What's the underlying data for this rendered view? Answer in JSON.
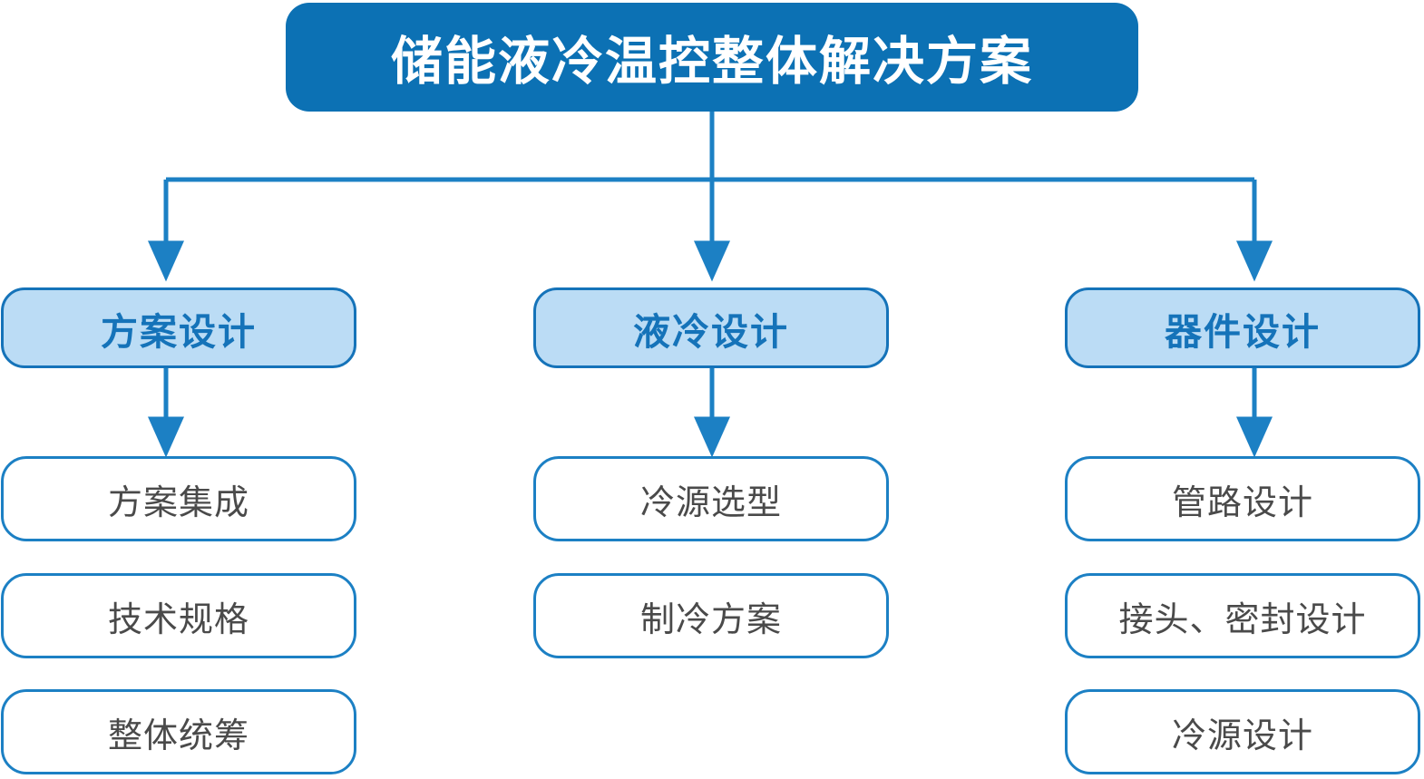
{
  "diagram": {
    "type": "org-tree",
    "title": "储能液冷温控整体解决方案",
    "colors": {
      "root_fill": "#0C71B4",
      "root_text": "#FFFFFF",
      "category_fill": "#BBDCF5",
      "category_border": "#1573B9",
      "category_text": "#1573B9",
      "leaf_fill": "#FFFFFF",
      "leaf_border": "#1C80C4",
      "leaf_text": "#4A4A4A",
      "connector": "#1C80C4"
    },
    "branches": [
      {
        "category": "方案设计",
        "items": [
          "方案集成",
          "技术规格",
          "整体统筹"
        ]
      },
      {
        "category": "液冷设计",
        "items": [
          "冷源选型",
          "制冷方案"
        ]
      },
      {
        "category": "器件设计",
        "items": [
          "管路设计",
          "接头、密封设计",
          "冷源设计"
        ]
      }
    ]
  }
}
